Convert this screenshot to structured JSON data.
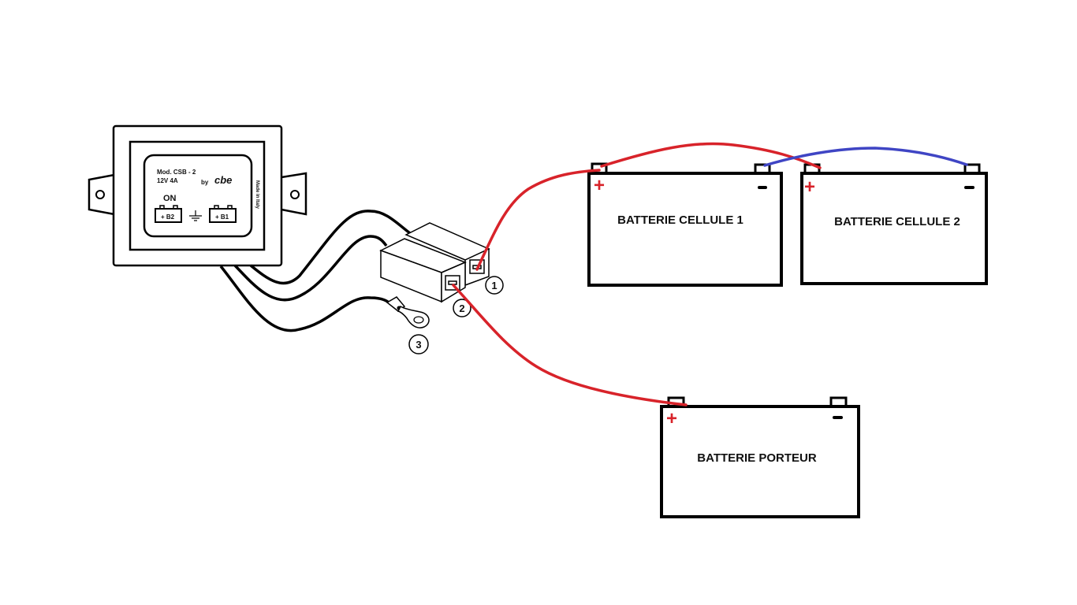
{
  "colors": {
    "positive_wire": "#d8232a",
    "negative_wire": "#3f45c4",
    "outline": "#000000",
    "background": "#ffffff"
  },
  "device": {
    "model": "Mod. CSB - 2",
    "rating": "12V   4A",
    "by": "by",
    "brand": "cbe",
    "made_in": "Made in Italy",
    "on_label": "ON",
    "terminal_b2": "+ B2",
    "terminal_b1": "+ B1",
    "ground_symbol": "ground-icon"
  },
  "connectors": {
    "callout_1": "1",
    "callout_2": "2",
    "callout_3": "3"
  },
  "batteries": [
    {
      "id": "cellule-1",
      "label": "BATTERIE CELLULE 1",
      "plus": "+",
      "minus": "−"
    },
    {
      "id": "cellule-2",
      "label": "BATTERIE CELLULE 2",
      "plus": "+",
      "minus": "−"
    },
    {
      "id": "porteur",
      "label": "BATTERIE PORTEUR",
      "plus": "+",
      "minus": "−"
    }
  ],
  "wires": [
    {
      "from": "connector-1",
      "to": "cellule-1 +",
      "color": "positive"
    },
    {
      "from": "cellule-1 +",
      "to": "cellule-2 +",
      "color": "positive"
    },
    {
      "from": "cellule-1 −",
      "to": "cellule-2 −",
      "color": "negative"
    },
    {
      "from": "connector-2",
      "to": "porteur +",
      "color": "positive"
    },
    {
      "from": "device",
      "to": "ring-terminal-3",
      "color": "black"
    }
  ]
}
